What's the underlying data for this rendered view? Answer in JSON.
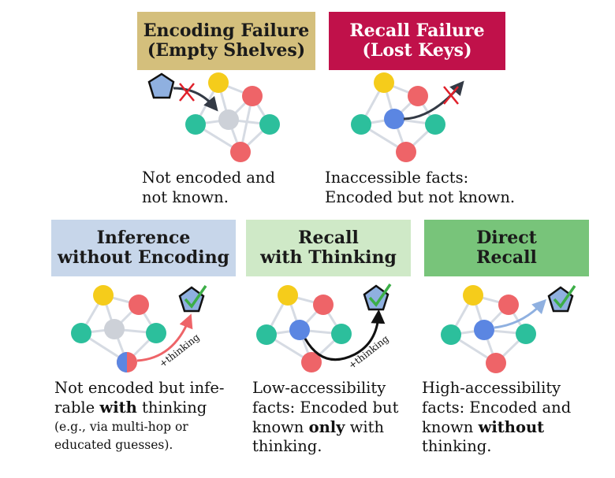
{
  "panels": {
    "encoding_failure": {
      "line1": "Encoding Failure",
      "line2": "(Empty Shelves)",
      "caption1": "Not encoded and",
      "caption2": "not known."
    },
    "recall_failure": {
      "line1": "Recall Failure",
      "line2": "(Lost Keys)",
      "caption1": "Inaccessible facts:",
      "caption2": "Encoded but not known."
    },
    "inference": {
      "line1": "Inference",
      "line2": "without Encoding",
      "caption1": "Not encoded but infe-",
      "caption2a": "rable ",
      "caption2b": "with",
      "caption2c": " thinking",
      "caption3": "(e.g., via multi-hop or",
      "caption4": "educated guesses).",
      "edge_label": "+thinking"
    },
    "recall_thinking": {
      "line1": "Recall",
      "line2": "with Thinking",
      "caption1": "Low-accessibility",
      "caption2": "facts: Encoded but",
      "caption3a": "known ",
      "caption3b": "only",
      "caption3c": " with",
      "caption4": "thinking.",
      "edge_label": "+thinking"
    },
    "direct_recall": {
      "line1": "Direct",
      "line2": "Recall",
      "caption1": "High-accessibility",
      "caption2": "facts: Encoded and",
      "caption3a": "known ",
      "caption3b": "without",
      "caption4": "thinking."
    }
  },
  "colors": {
    "yellow_node": "#f5cc1b",
    "red_node": "#ee6468",
    "teal_node": "#2cbf9c",
    "blue_node": "#5b86e2",
    "gray_node": "#cdd1d8",
    "pentagon": "#8fb0e0",
    "check": "#3cae47",
    "cross": "#e0202a",
    "edge": "#d6dbe3"
  },
  "icons": [
    "pentagon-query-icon",
    "checkmark-icon",
    "cross-icon"
  ]
}
